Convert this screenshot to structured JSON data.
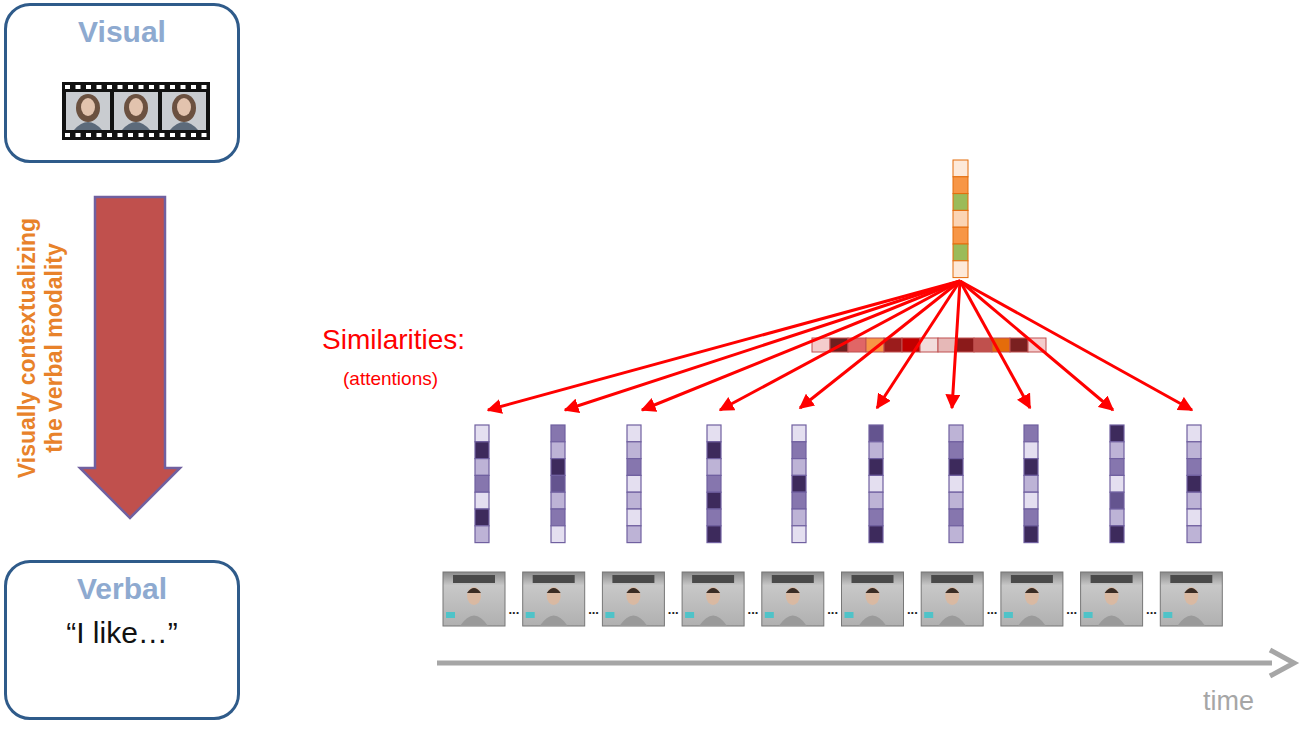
{
  "diagram": {
    "nodes": [
      {
        "text": [
          "Visual"
        ]
      },
      {
        "text": [
          "Verbal",
          "“I like…”"
        ]
      }
    ],
    "edges": [
      {
        "from": 0,
        "to": 1,
        "arrow": "to",
        "label": "Visually contextualizing the verbal modality"
      }
    ],
    "labels": [
      "Similarities:",
      "(attentions)",
      "...",
      "...",
      "...",
      "...",
      "...",
      "...",
      "...",
      "...",
      "...",
      "time"
    ]
  }
}
